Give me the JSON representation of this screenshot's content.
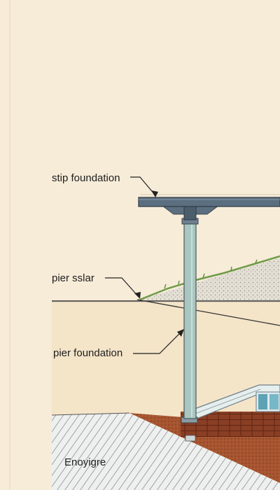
{
  "labels": {
    "strip_foundation": "stip foundation",
    "pier_slab": "pier sslar",
    "pier_foundation": "pier foundation",
    "ground_caption": "Enoyigre"
  },
  "colors": {
    "paper": "#f7ecd8",
    "beam": "#5b6f80",
    "column": "#a9c6c0",
    "gravel": "#e2ddd2",
    "grass": "#6f9a4a",
    "soil": "#9a4a28",
    "brick": "#8a3f25",
    "hatch": "#8e8e8e",
    "line": "#333333"
  }
}
